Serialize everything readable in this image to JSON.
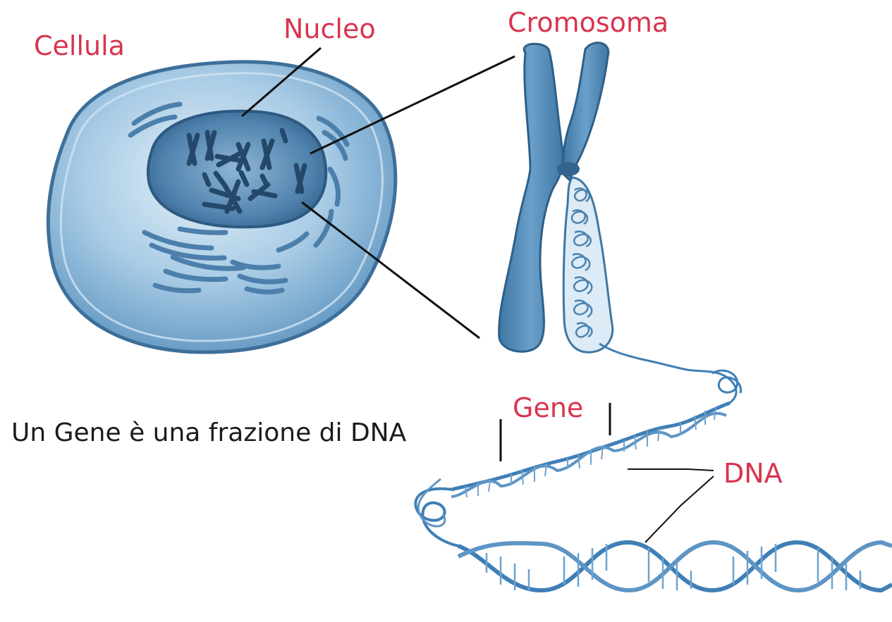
{
  "labels": {
    "cell": "Cellula",
    "nucleus": "Nucleo",
    "chromosome": "Cromosoma",
    "gene": "Gene",
    "dna": "DNA",
    "caption": "Un Gene è una frazione di DNA"
  },
  "colors": {
    "label_red": "#d8344e",
    "caption_text": "#1b1b1b",
    "cell_fill": "#6fa3c9",
    "nucleus_fill": "#3f729c",
    "chromosome_fill": "#4f86b2",
    "dna_strand": "#3f7fb5",
    "leader_line": "#111111"
  }
}
